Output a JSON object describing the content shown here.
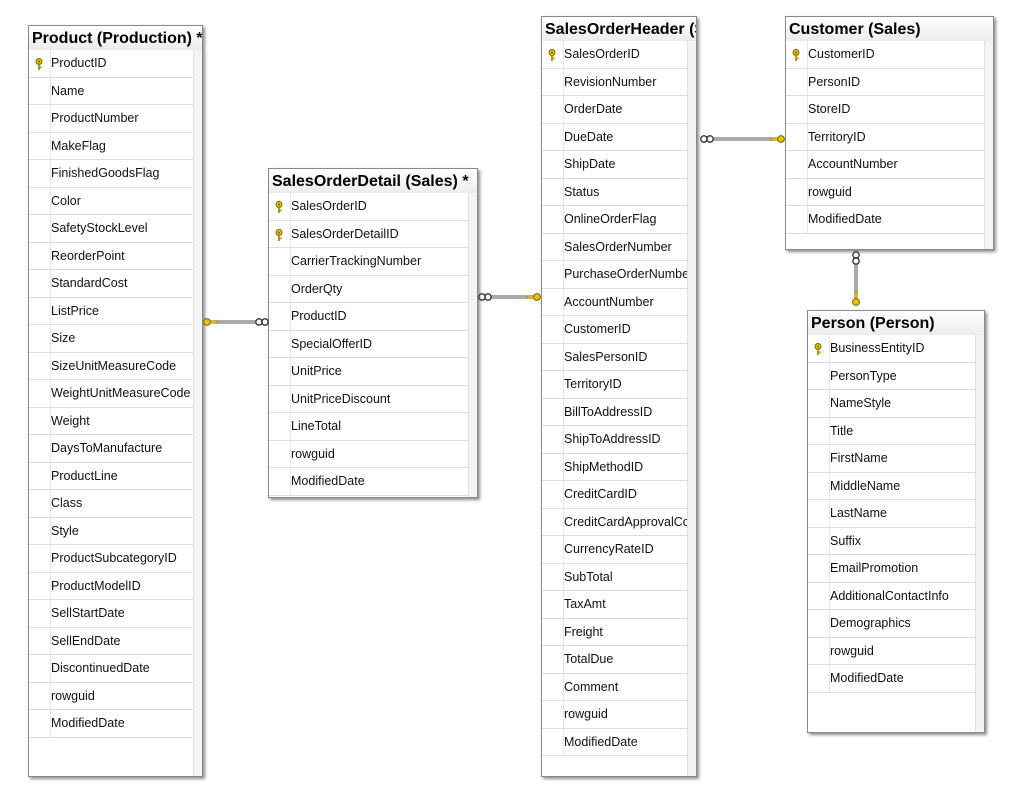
{
  "tables": {
    "product": {
      "title": "Product (Production) *",
      "columns": [
        {
          "name": "ProductID",
          "key": true
        },
        {
          "name": "Name"
        },
        {
          "name": "ProductNumber"
        },
        {
          "name": "MakeFlag"
        },
        {
          "name": "FinishedGoodsFlag"
        },
        {
          "name": "Color"
        },
        {
          "name": "SafetyStockLevel"
        },
        {
          "name": "ReorderPoint"
        },
        {
          "name": "StandardCost"
        },
        {
          "name": "ListPrice"
        },
        {
          "name": "Size"
        },
        {
          "name": "SizeUnitMeasureCode"
        },
        {
          "name": "WeightUnitMeasureCode"
        },
        {
          "name": "Weight"
        },
        {
          "name": "DaysToManufacture"
        },
        {
          "name": "ProductLine"
        },
        {
          "name": "Class"
        },
        {
          "name": "Style"
        },
        {
          "name": "ProductSubcategoryID"
        },
        {
          "name": "ProductModelID"
        },
        {
          "name": "SellStartDate"
        },
        {
          "name": "SellEndDate"
        },
        {
          "name": "DiscontinuedDate"
        },
        {
          "name": "rowguid"
        },
        {
          "name": "ModifiedDate"
        }
      ]
    },
    "sales_order_detail": {
      "title": "SalesOrderDetail (Sales) *",
      "columns": [
        {
          "name": "SalesOrderID",
          "key": true
        },
        {
          "name": "SalesOrderDetailID",
          "key": true
        },
        {
          "name": "CarrierTrackingNumber"
        },
        {
          "name": "OrderQty"
        },
        {
          "name": "ProductID"
        },
        {
          "name": "SpecialOfferID"
        },
        {
          "name": "UnitPrice"
        },
        {
          "name": "UnitPriceDiscount"
        },
        {
          "name": "LineTotal"
        },
        {
          "name": "rowguid"
        },
        {
          "name": "ModifiedDate"
        }
      ]
    },
    "sales_order_header": {
      "title": "SalesOrderHeader (Sales",
      "columns": [
        {
          "name": "SalesOrderID",
          "key": true
        },
        {
          "name": "RevisionNumber"
        },
        {
          "name": "OrderDate"
        },
        {
          "name": "DueDate"
        },
        {
          "name": "ShipDate"
        },
        {
          "name": "Status"
        },
        {
          "name": "OnlineOrderFlag"
        },
        {
          "name": "SalesOrderNumber"
        },
        {
          "name": "PurchaseOrderNumber"
        },
        {
          "name": "AccountNumber"
        },
        {
          "name": "CustomerID"
        },
        {
          "name": "SalesPersonID"
        },
        {
          "name": "TerritoryID"
        },
        {
          "name": "BillToAddressID"
        },
        {
          "name": "ShipToAddressID"
        },
        {
          "name": "ShipMethodID"
        },
        {
          "name": "CreditCardID"
        },
        {
          "name": "CreditCardApprovalCode"
        },
        {
          "name": "CurrencyRateID"
        },
        {
          "name": "SubTotal"
        },
        {
          "name": "TaxAmt"
        },
        {
          "name": "Freight"
        },
        {
          "name": "TotalDue"
        },
        {
          "name": "Comment"
        },
        {
          "name": "rowguid"
        },
        {
          "name": "ModifiedDate"
        }
      ]
    },
    "customer": {
      "title": "Customer (Sales)",
      "columns": [
        {
          "name": "CustomerID",
          "key": true
        },
        {
          "name": "PersonID"
        },
        {
          "name": "StoreID"
        },
        {
          "name": "TerritoryID"
        },
        {
          "name": "AccountNumber"
        },
        {
          "name": "rowguid"
        },
        {
          "name": "ModifiedDate"
        }
      ]
    },
    "person": {
      "title": "Person (Person)",
      "columns": [
        {
          "name": "BusinessEntityID",
          "key": true
        },
        {
          "name": "PersonType"
        },
        {
          "name": "NameStyle"
        },
        {
          "name": "Title"
        },
        {
          "name": "FirstName"
        },
        {
          "name": "MiddleName"
        },
        {
          "name": "LastName"
        },
        {
          "name": "Suffix"
        },
        {
          "name": "EmailPromotion"
        },
        {
          "name": "AdditionalContactInfo"
        },
        {
          "name": "Demographics"
        },
        {
          "name": "rowguid"
        },
        {
          "name": "ModifiedDate"
        }
      ]
    }
  },
  "relationships": [
    {
      "one": "product",
      "many": "sales_order_detail"
    },
    {
      "one": "sales_order_header",
      "many": "sales_order_detail"
    },
    {
      "one": "customer",
      "many": "sales_order_header"
    },
    {
      "one": "person",
      "many": "customer"
    }
  ],
  "colors": {
    "key_icon": "#d4b000",
    "border": "#8a8a8a"
  }
}
